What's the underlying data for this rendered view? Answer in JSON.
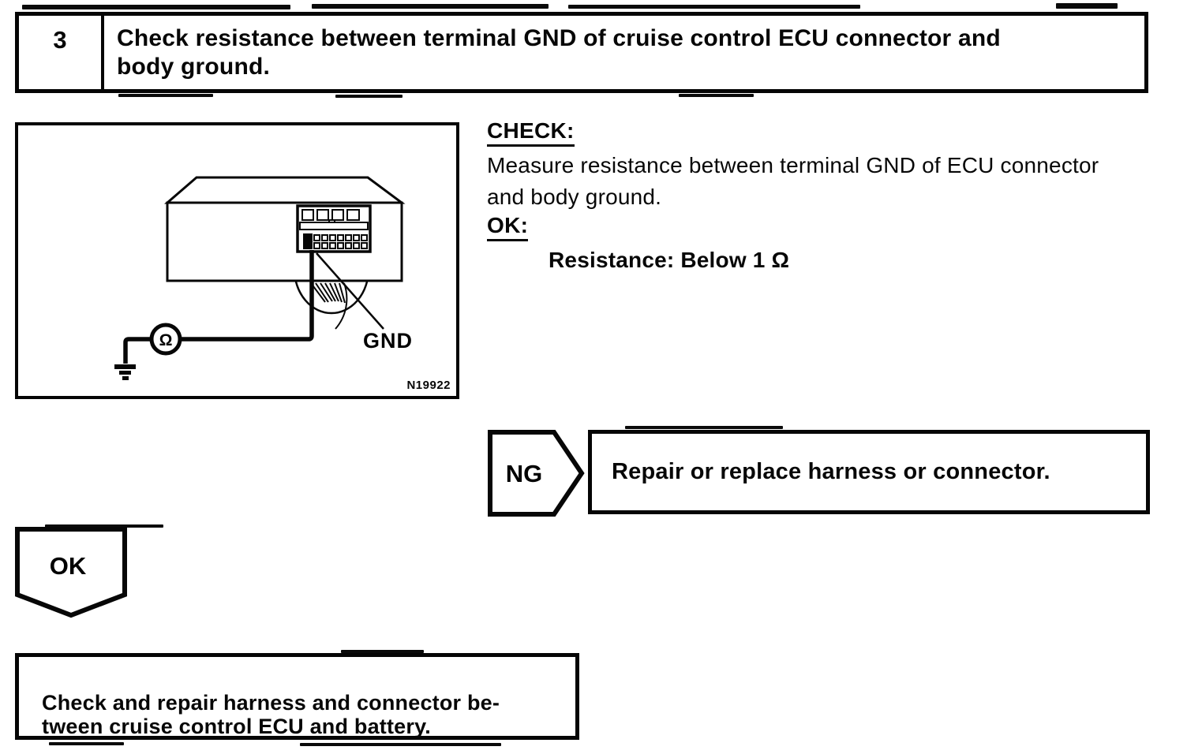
{
  "step_header": {
    "number": "3",
    "title": "Check resistance between terminal GND of cruise control ECU connector and\nbody ground."
  },
  "diagram": {
    "figure_number": "N19922",
    "labels": {
      "gnd": "GND",
      "ohmmeter": "Ω"
    }
  },
  "check_section": {
    "check_heading": "CHECK:",
    "check_text": "Measure resistance between terminal GND of ECU connector\nand body ground.",
    "ok_heading": "OK:",
    "ok_spec": "Resistance: Below 1 Ω"
  },
  "ng_branch": {
    "connector_label": "NG",
    "action": "Repair or replace harness or connector."
  },
  "ok_branch": {
    "connector_label": "OK",
    "action": "Check and repair harness and connector be-\ntween cruise control ECU and battery."
  }
}
